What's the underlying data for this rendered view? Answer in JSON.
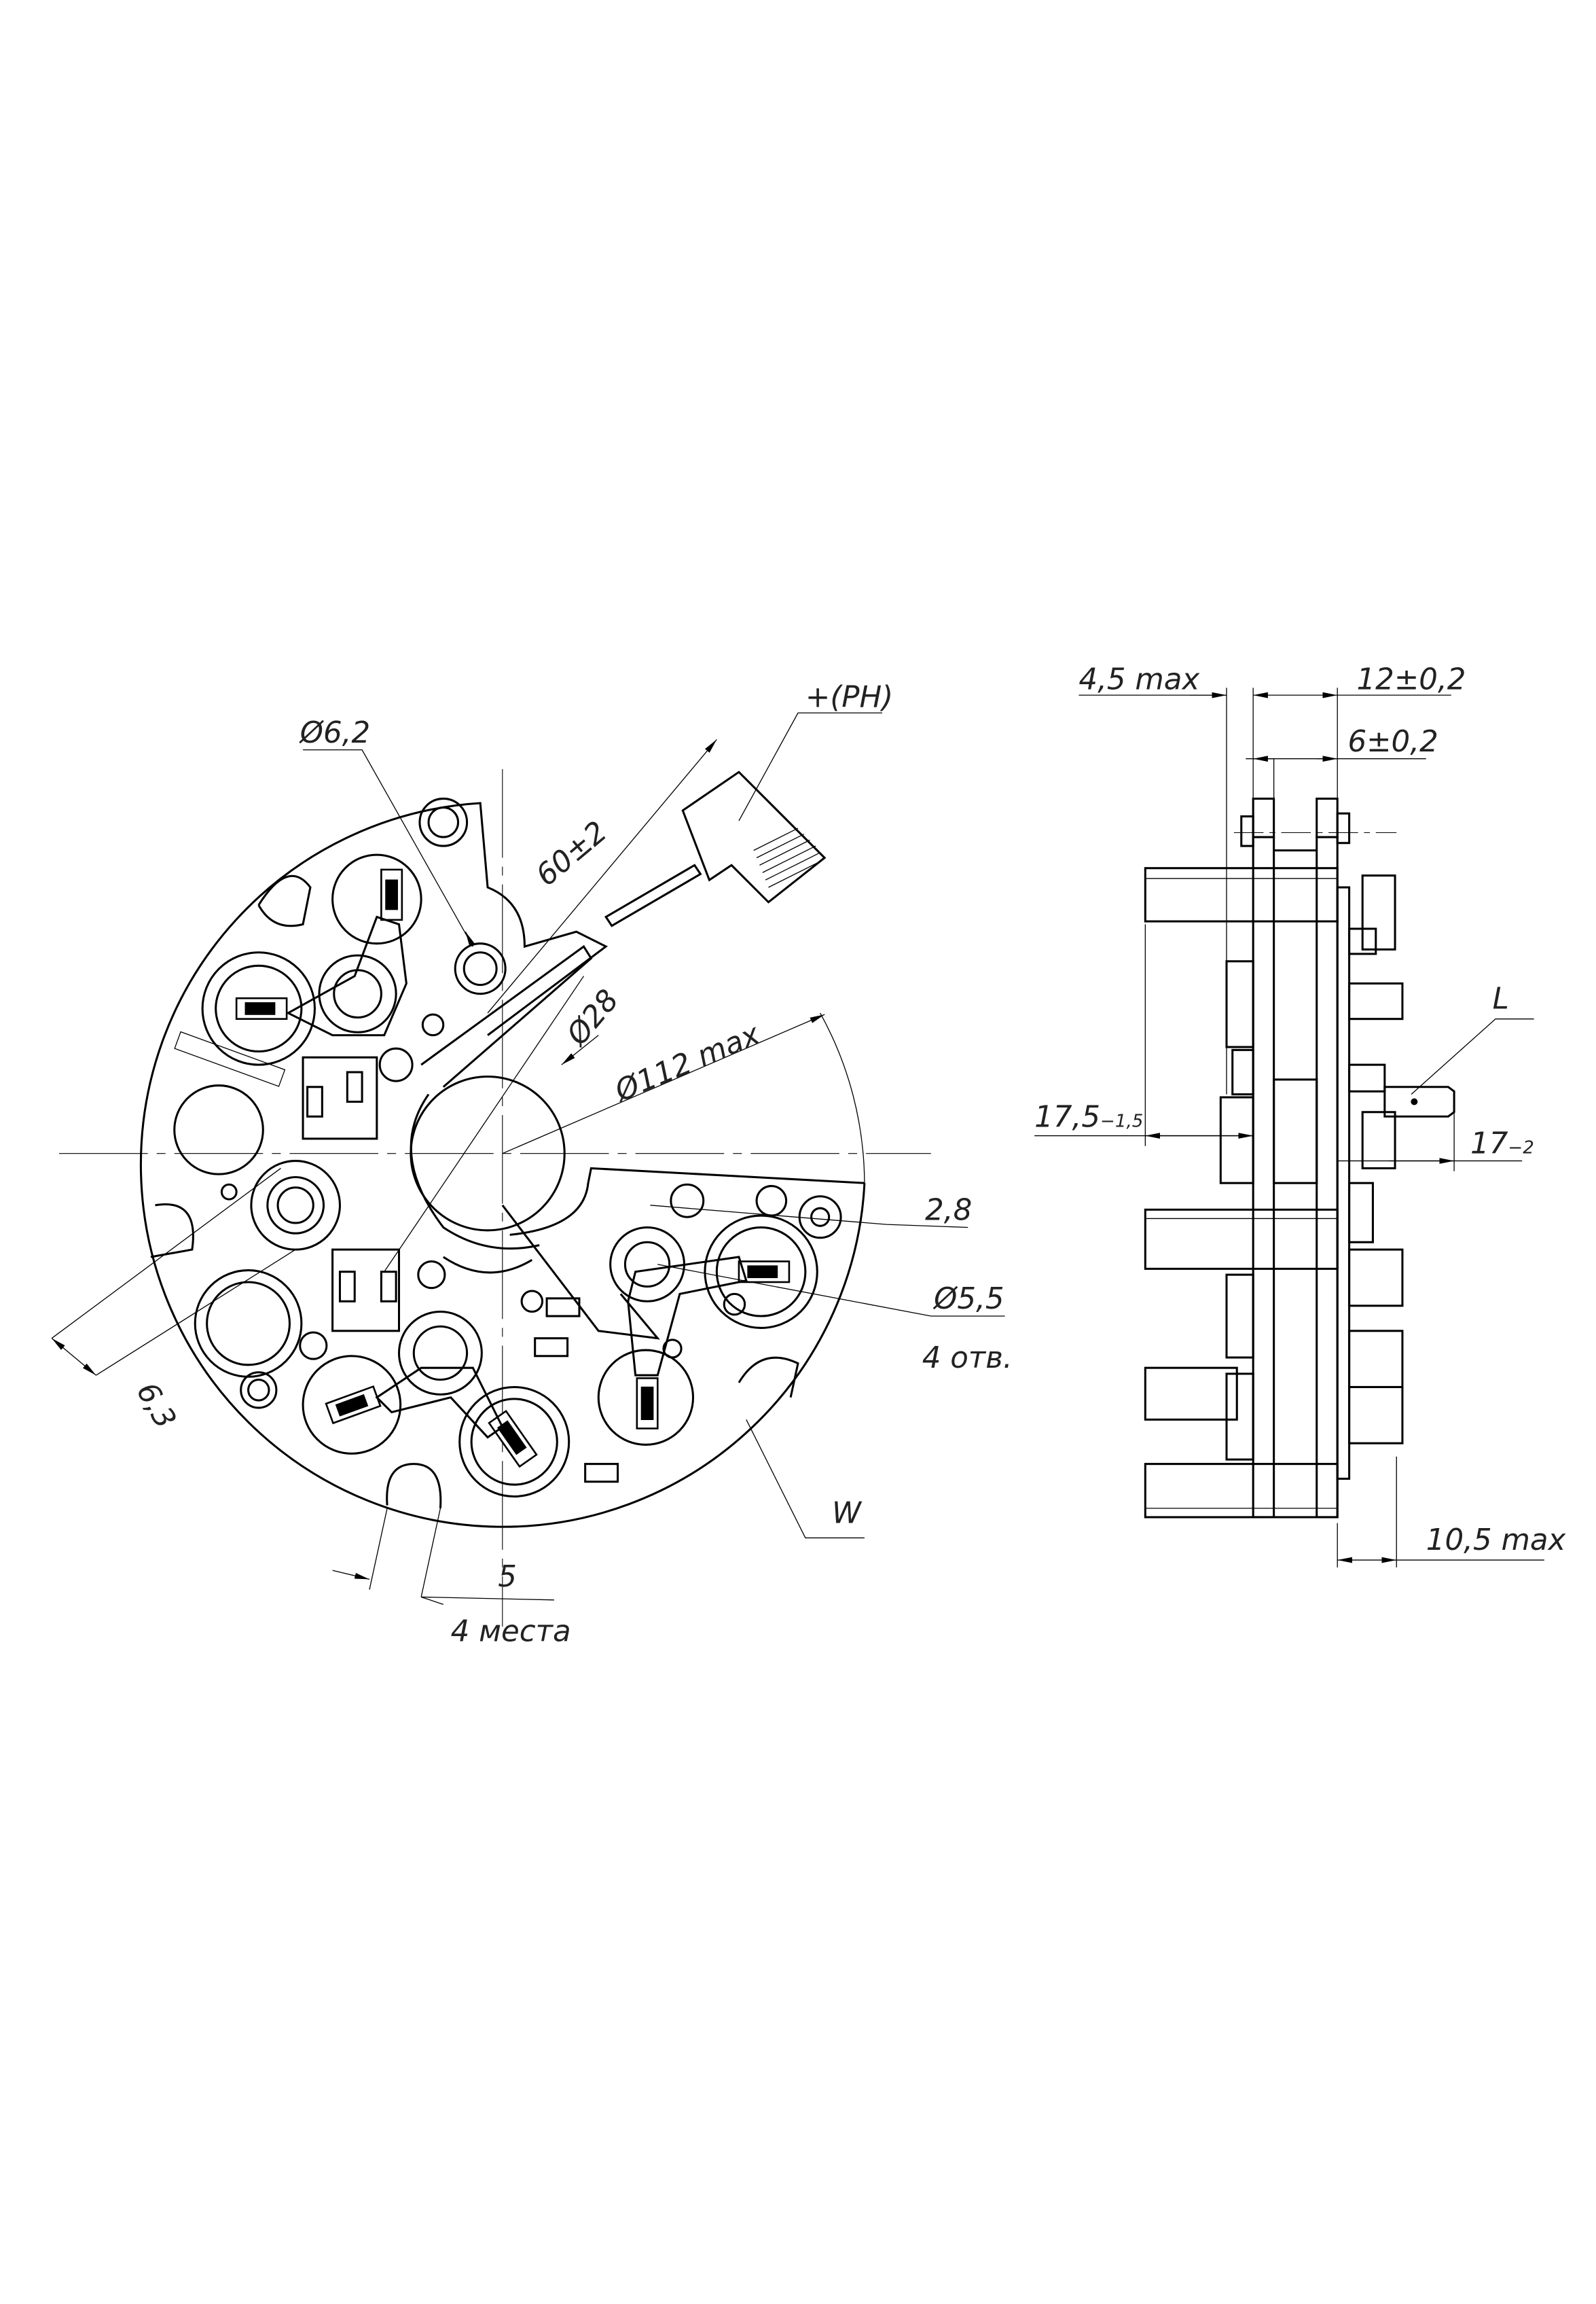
{
  "front_view": {
    "labels": {
      "hole_dia": "Ø6,2",
      "terminal": "+(PH)",
      "lead_length": "60±2",
      "center_hole": "Ø28",
      "outer_dia": "Ø112 max",
      "thickness": "2,8",
      "mount_hole": "Ø5,5",
      "mount_hole_count": "4 отв.",
      "slot_offset": "6,3",
      "marker_w": "W",
      "slot_width": "5",
      "slot_count": "4 места"
    }
  },
  "side_view": {
    "labels": {
      "overhang": "4,5 max",
      "total_width": "12±0,2",
      "plate_gap": "6±0,2",
      "terminal_l": "L",
      "pin_height_main": "17,5",
      "pin_height_tol": "−1,5",
      "terminal_height_main": "17",
      "terminal_height_tol": "−2",
      "component_height": "10,5 max"
    }
  }
}
